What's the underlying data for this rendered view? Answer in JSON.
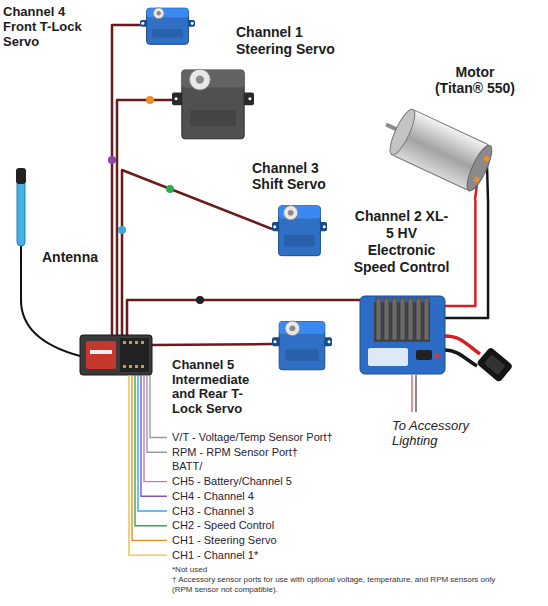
{
  "diagram": {
    "nodes": [
      {
        "text": [
          "Channel 4 Front T-Lock Servo"
        ]
      },
      {
        "text": [
          "Channel 1 Steering Servo"
        ]
      },
      {
        "text": [
          "Motor (Titan® 550)"
        ]
      },
      {
        "text": [
          "Channel 3 Shift Servo"
        ]
      },
      {
        "text": [
          "Channel 2 XL-5 HV Electronic Speed Control"
        ]
      },
      {
        "text": [
          "Antenna"
        ]
      },
      {
        "text": [
          "Channel 5 Intermediate and Rear T-Lock Servo"
        ]
      }
    ],
    "edges": [
      {
        "from": 4,
        "to": 2,
        "arrow": "none"
      }
    ],
    "labels": [
      "To Accessory Lighting",
      "V/T - Voltage/Temp Sensor Port†",
      "RPM - RPM Sensor Port†",
      "BATT/",
      "CH5 - Battery/Channel 5",
      "CH4 - Channel 4",
      "CH3 - Channel 3",
      "CH2 - Speed Control",
      "CH1 - Steering Servo",
      "CH1 - Channel 1*",
      "*Not used",
      "† Accessory sensor ports for use with optional voltage, temperature, and RPM sensors only (RPM sensor not compatible)."
    ]
  }
}
